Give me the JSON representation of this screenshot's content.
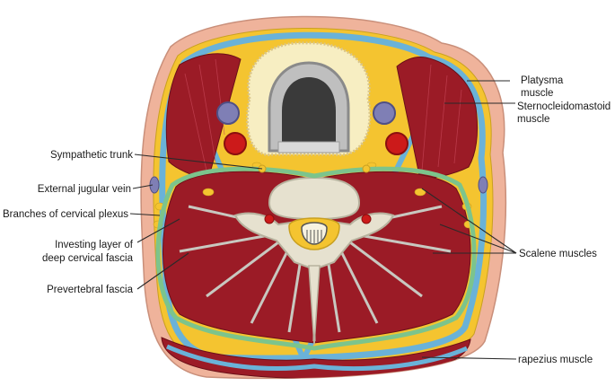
{
  "labels": {
    "platysma": [
      "Platysma",
      "muscle"
    ],
    "sternocleidomastoid": [
      "Sternocleidomastoid",
      "muscle"
    ],
    "sympathetic_trunk": "Sympathetic trunk",
    "external_jugular_vein": "External jugular vein",
    "branches_cervical_plexus": "Branches of cervical plexus",
    "investing_layer": [
      "Investing layer of",
      "deep cervical fascia"
    ],
    "prevertebral_fascia": "Prevertebral fascia",
    "scalene_muscles": "Scalene muscles",
    "trapezius_muscle": "rapezius muscle"
  },
  "colors": {
    "skin": "#efb39b",
    "fat": "#f4c430",
    "muscle": "#9b1b26",
    "investing_fascia": "#6ab2d8",
    "prevertebral_fascia": "#7cc48c",
    "thyroid": "#f7eec2",
    "bone": "#e6e1cf",
    "artery": "#cc1a1a",
    "vein": "#7f7fb5"
  }
}
